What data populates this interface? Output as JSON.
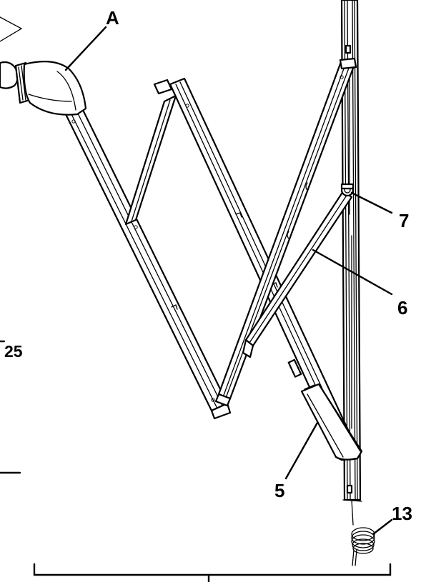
{
  "labels": {
    "a": "A",
    "five": "5",
    "six": "6",
    "seven": "7",
    "thirteen": "13",
    "partial": "25"
  }
}
